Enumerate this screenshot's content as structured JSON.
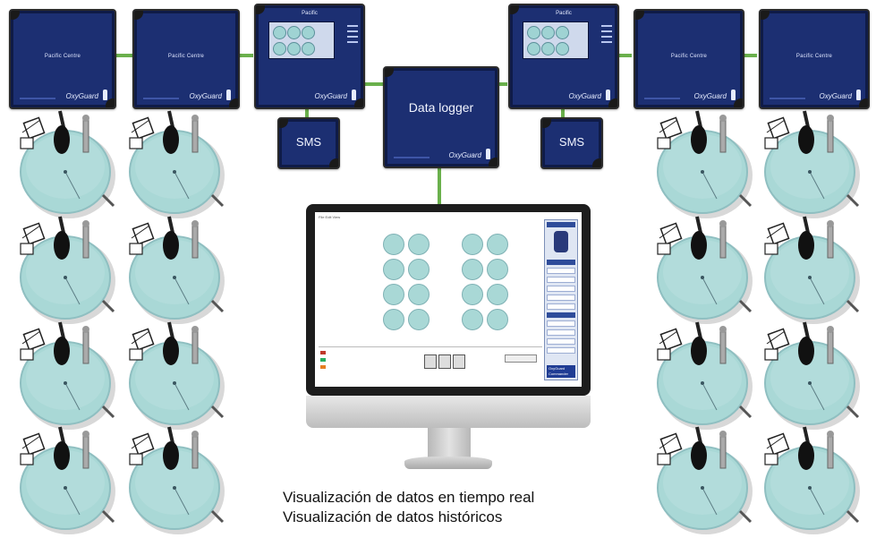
{
  "diagram": {
    "title": "",
    "controllers": [
      {
        "id": "ctrl-1",
        "label": "Pacific Centre",
        "brand": "OxyGuard"
      },
      {
        "id": "ctrl-2",
        "label": "Pacific Centre",
        "brand": "OxyGuard"
      },
      {
        "id": "ctrl-3",
        "label": "Pacific",
        "brand": "OxyGuard"
      },
      {
        "id": "ctrl-4",
        "label": "Pacific",
        "brand": "OxyGuard"
      },
      {
        "id": "ctrl-5",
        "label": "Pacific Centre",
        "brand": "OxyGuard"
      },
      {
        "id": "ctrl-6",
        "label": "Pacific Centre",
        "brand": "OxyGuard"
      }
    ],
    "sms_modules": [
      {
        "label": "SMS"
      },
      {
        "label": "SMS"
      }
    ],
    "data_logger": {
      "label": "Data logger",
      "brand": "OxyGuard"
    },
    "monitor": {
      "menu": "File  Edit  View",
      "panel_brand_line1": "OxyGuard",
      "panel_brand_line2": "Commander"
    },
    "captions": {
      "line1": "Visualización de datos en tiempo real",
      "line2": "Visualización de datos históricos"
    },
    "colors": {
      "connector": "#6ab04c",
      "unit_face": "#1c2f72",
      "tank_water": "#a9d8d6"
    }
  }
}
